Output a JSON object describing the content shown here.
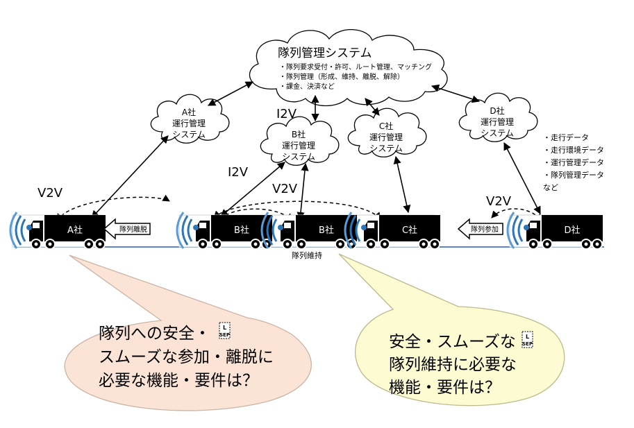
{
  "central_system": {
    "title": "隊列管理システム",
    "bullets": [
      "・隊列要求受付・許可、ルート管理、マッチング",
      "・隊列管理（形成、維持、離脱、解除）",
      "・課金、決済など"
    ]
  },
  "company_systems": [
    {
      "id": "a",
      "line1": "A社",
      "line2": "運行管理",
      "line3": "システム"
    },
    {
      "id": "b",
      "line1": "B社",
      "line2": "運行管理",
      "line3": "システム"
    },
    {
      "id": "c",
      "line1": "C社",
      "line2": "運行管理",
      "line3": "システム"
    },
    {
      "id": "d",
      "line1": "D社",
      "line2": "運行管理",
      "line3": "システム"
    }
  ],
  "data_list": [
    "・走行データ",
    "・走行環境データ",
    "・運行管理データ",
    "・隊列管理データ",
    "など"
  ],
  "link_labels": {
    "i2v_top": "I2V",
    "i2v_left": "I2V",
    "v2v_left": "V2V",
    "v2v_middle": "V2V",
    "v2v_right": "V2V"
  },
  "trucks": [
    {
      "id": "a",
      "label": "A社"
    },
    {
      "id": "b1",
      "label": "B社"
    },
    {
      "id": "b2",
      "label": "B社"
    },
    {
      "id": "c",
      "label": "C社"
    },
    {
      "id": "d",
      "label": "D社"
    }
  ],
  "arrows": {
    "leave": "隊列離脱",
    "join": "隊列参加"
  },
  "platoon_label": "隊列維持",
  "callouts": {
    "left": [
      "隊列への安全・",
      "スムーズな参加・離脱に",
      "必要な機能・要件は？"
    ],
    "right": [
      "安全・スムーズな",
      "隊列維持に必要な",
      "機能・要件は？"
    ],
    "sep_mark": [
      "L",
      "SEP"
    ]
  },
  "colors": {
    "left_callout_fill": "#fbe3d6",
    "right_callout_fill": "#fdfbd1",
    "road": "#4472c4",
    "signal_blue": "#2e75b6",
    "truck": "#000000"
  }
}
